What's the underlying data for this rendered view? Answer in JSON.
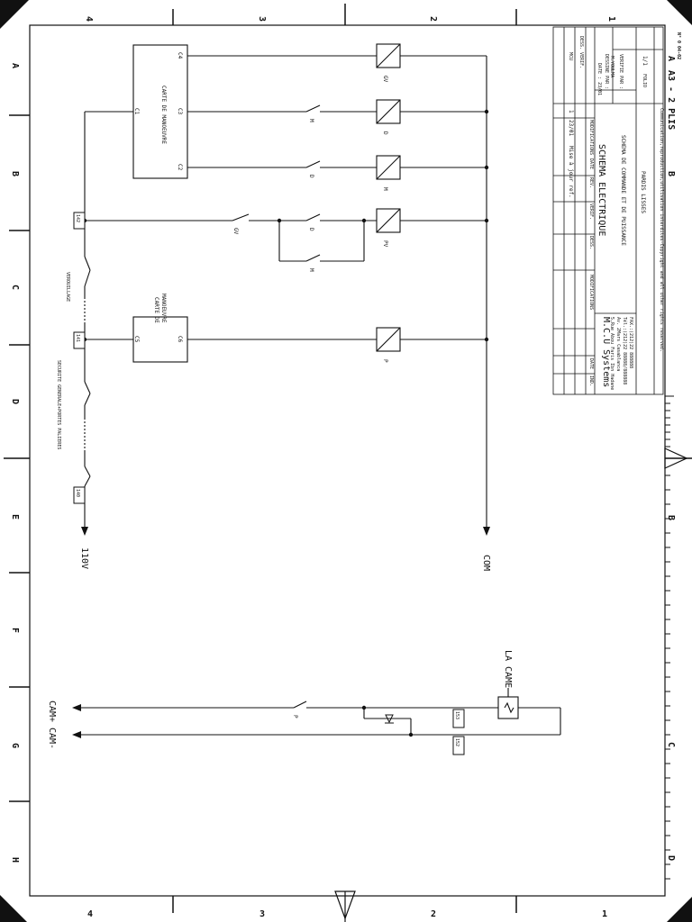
{
  "border": {
    "top_cols": [
      "4",
      "3",
      "2",
      "1"
    ],
    "bottom_cols": [
      "4",
      "3",
      "2",
      "1"
    ],
    "rows": [
      "A",
      "B",
      "C",
      "D",
      "E",
      "F",
      "G",
      "H"
    ],
    "sheet_format": "A3 - 2 PLIS",
    "sheet_ref": "N° 0 04-02",
    "right_marks": [
      "B",
      "C",
      "D"
    ],
    "corner_a": "A"
  },
  "title_block": {
    "rev_rows": [
      {
        "ind": "1",
        "date": "23/01",
        "text": "Mise à jour ref."
      }
    ],
    "head": {
      "ind": "IND.",
      "date": "DATE",
      "mods": "MODIFICATIONS",
      "dess": "DESS.",
      "verif": "VERIF.",
      "rev": "REV.",
      "date2": "DATE",
      "mods2": "MODIFICATIONS"
    },
    "company": "M.C.U Systems",
    "address1": "5,Rue Abou Faris Ibn Hadane",
    "address2": "Av. 2Mars Casablanca",
    "tel": "Tél.:(212)22 88888/888888",
    "fax": "FAX.:(212)22 888888",
    "doc_type": "SCHEMA ELECTRIQUE",
    "doc_title": "SCHEMA DE COMMANDE ET DE PUISSANCE",
    "doc_subtitle": "PARDIS LISSES",
    "mcu": "MCU",
    "dess_verif": "DESS. VERIF.",
    "date_label": "DATE : 23/01",
    "designe_par": "DESSINE PAR :",
    "designer": "M.YOULMA",
    "verifie_par": "VERIFIE PAR :",
    "folio": "FOLIO",
    "folio_val": "1/1",
    "copyright": "Communication,reproduction,utilisation interdites-Copyright and all other rights reserved."
  },
  "schematic": {
    "supply_left": "110V",
    "supply_right": "COM",
    "terminals": [
      "142",
      "141",
      "140",
      "153",
      "152"
    ],
    "chain_labels": [
      "VEROUILLAGE",
      "SECURITE GENERALE+PORTES PALIERES"
    ],
    "card_top": {
      "title": "CARTE DE MANOEUVRE",
      "pins": [
        "C1",
        "C2",
        "C3",
        "C4"
      ]
    },
    "card_bottom": {
      "title1": "CARTE DE",
      "title2": "MANOEUVRE",
      "pins": [
        "C5",
        "C6"
      ]
    },
    "contacts": [
      "M",
      "D",
      "GV",
      "D",
      "M",
      "P"
    ],
    "coils": [
      "GV",
      "D",
      "M",
      "PV",
      "P"
    ],
    "cam_plus": "CAM+",
    "cam_minus": "CAM-",
    "cam_label": "LA CAME"
  }
}
